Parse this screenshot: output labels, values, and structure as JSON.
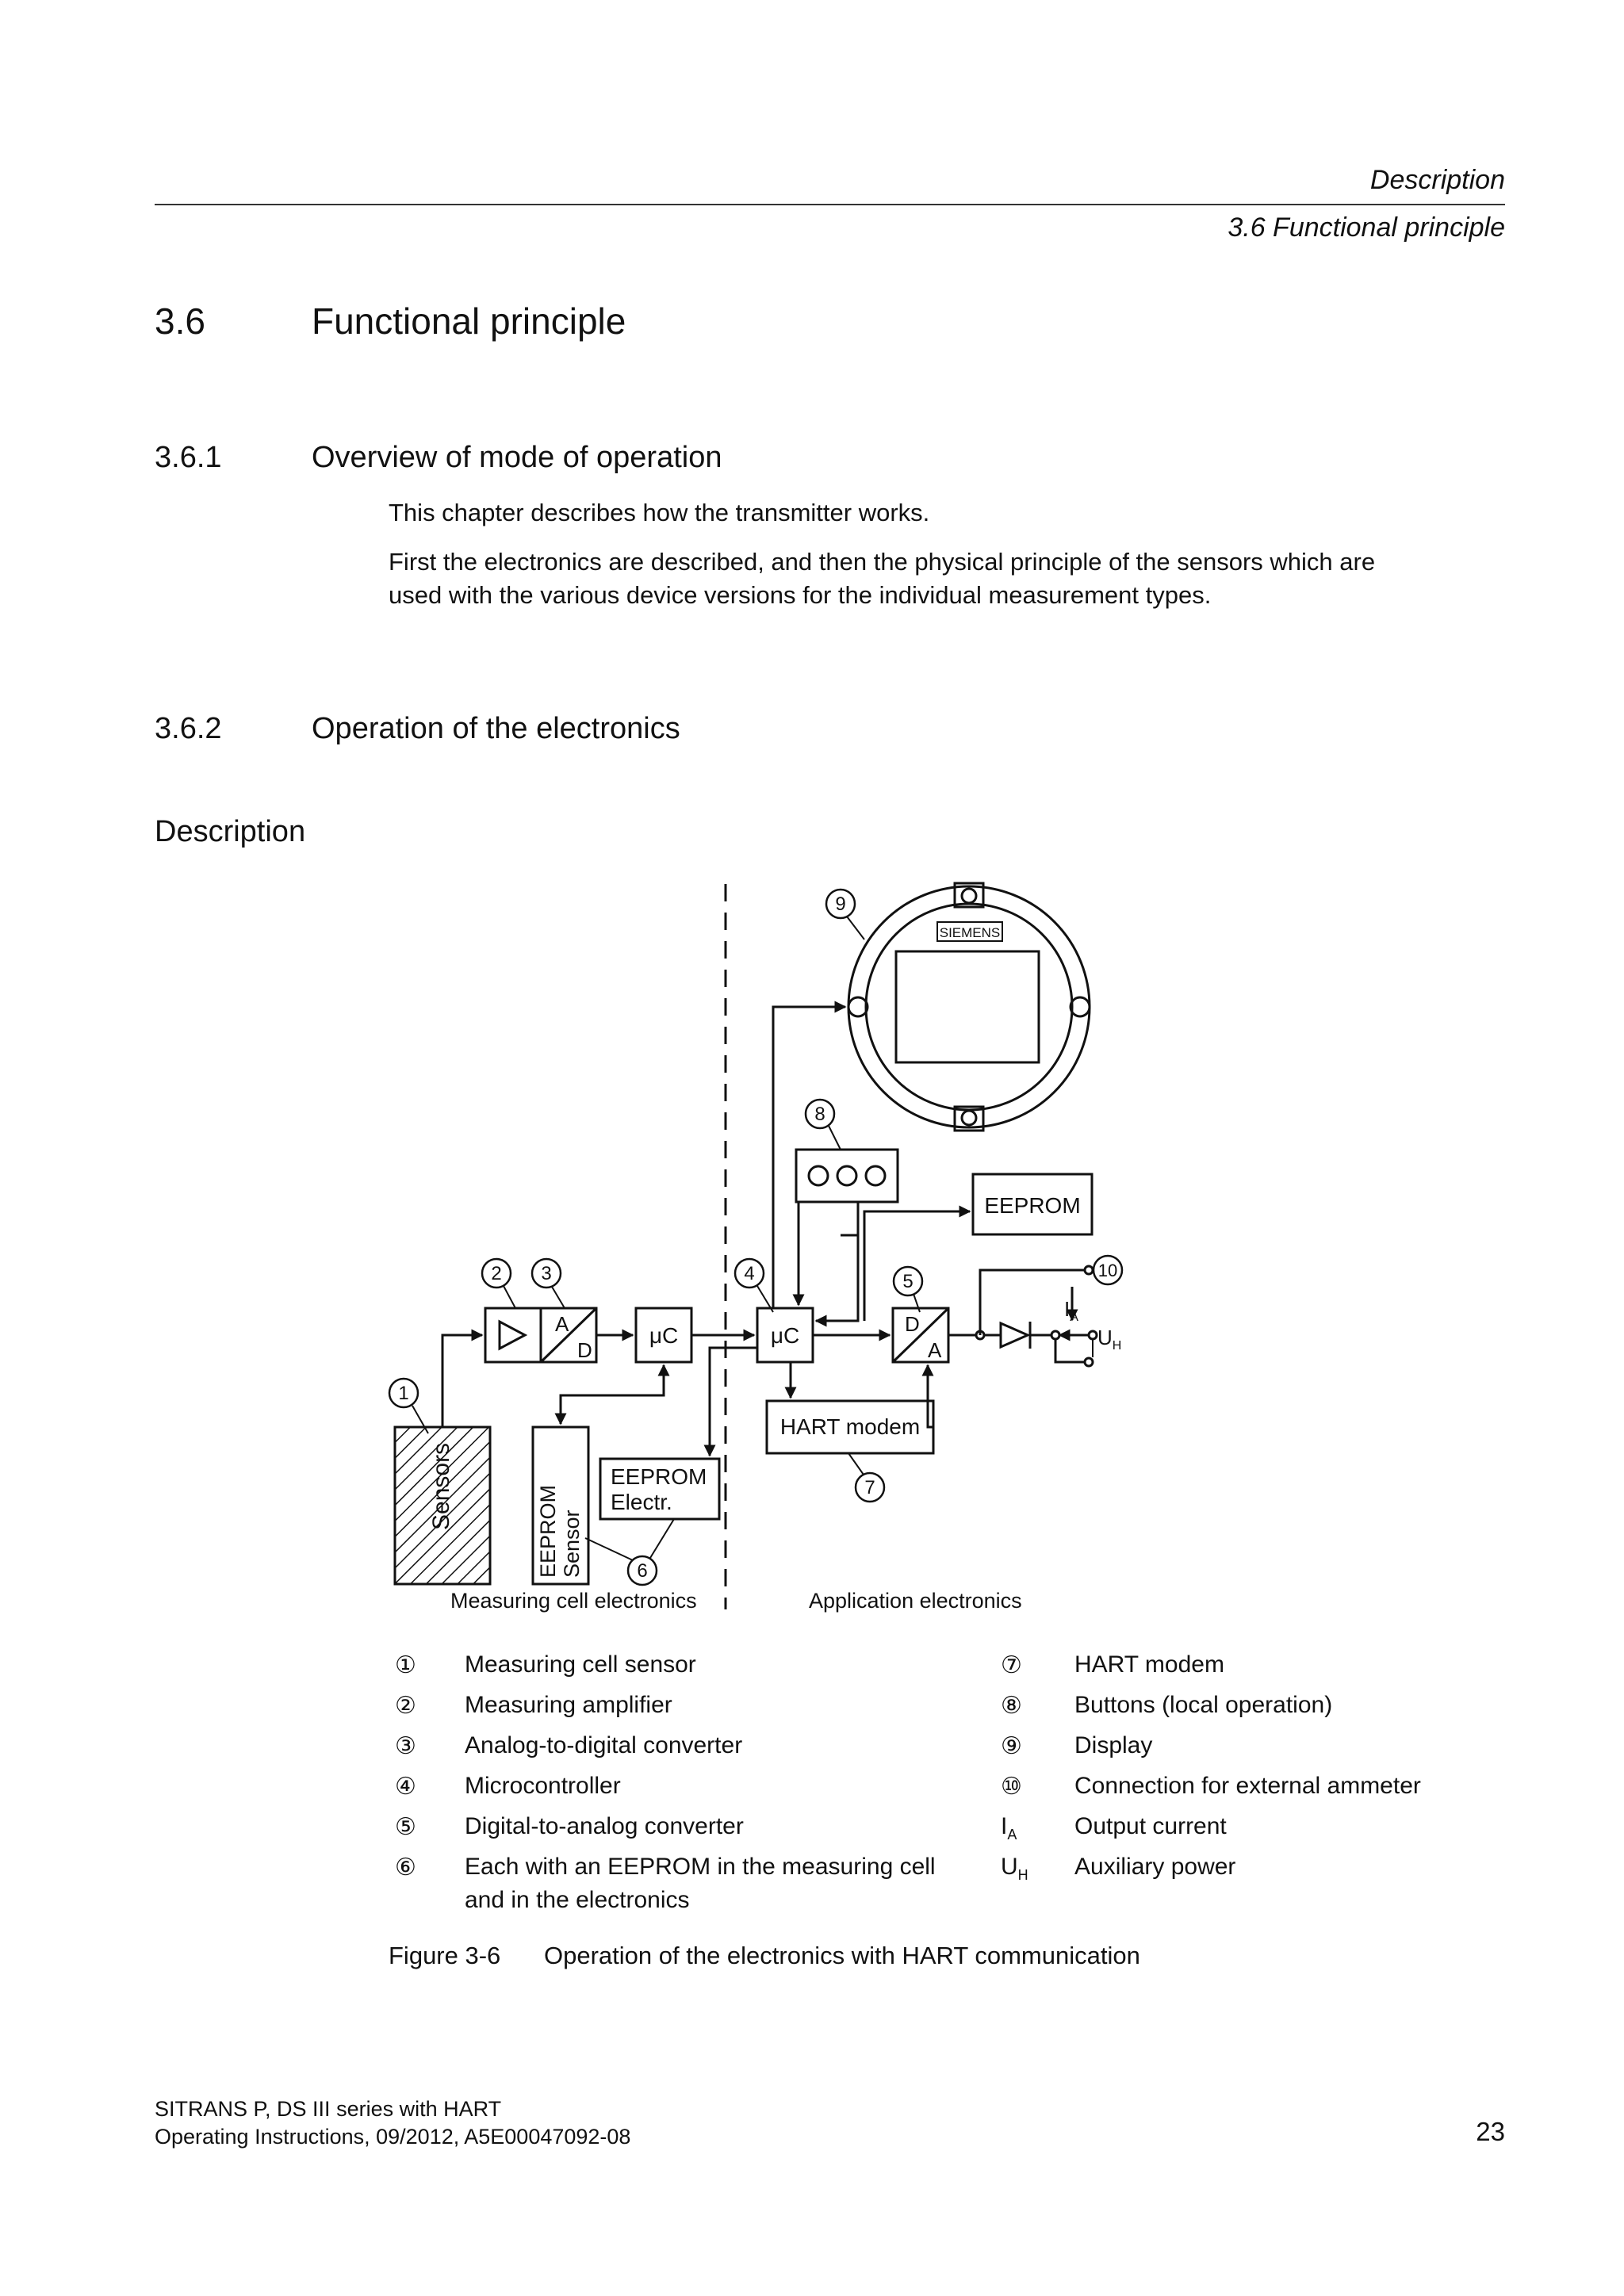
{
  "header": {
    "line1": "Description",
    "line2": "3.6 Functional principle"
  },
  "section": {
    "num": "3.6",
    "title": "Functional principle"
  },
  "sub1": {
    "num": "3.6.1",
    "title": "Overview of mode of operation",
    "p1": "This chapter describes how the transmitter works.",
    "p2a": "First the electronics are described, and then the physical principle of the sensors which are",
    "p2b": "used with the various device versions for the individual measurement types."
  },
  "sub2": {
    "num": "3.6.2",
    "title": "Operation of the electronics"
  },
  "description_heading": "Description",
  "diagram": {
    "siemens": "SIEMENS",
    "eeprom": "EEPROM",
    "uc": "μC",
    "a": "A",
    "d": "D",
    "hart_modem": "HART modem",
    "eeprom_electr_1": "EEPROM",
    "eeprom_electr_2": "Electr.",
    "sensors": "Sensors",
    "eeprom_sensor_1": "EEPROM",
    "eeprom_sensor_2": "Sensor",
    "ia_main": "I",
    "ia_sub": "A",
    "uh_main": "U",
    "uh_sub": "H",
    "callouts": [
      "1",
      "2",
      "3",
      "4",
      "5",
      "6",
      "7",
      "8",
      "9",
      "10"
    ],
    "label_measuring": "Measuring cell electronics",
    "label_application": "Application electronics"
  },
  "legend": {
    "left": [
      {
        "sym": "①",
        "text": "Measuring cell sensor"
      },
      {
        "sym": "②",
        "text": "Measuring amplifier"
      },
      {
        "sym": "③",
        "text": "Analog-to-digital converter"
      },
      {
        "sym": "④",
        "text": "Microcontroller"
      },
      {
        "sym": "⑤",
        "text": "Digital-to-analog converter"
      },
      {
        "sym": "⑥",
        "text": "Each with an EEPROM in the measuring cell",
        "text2": "and in the electronics"
      }
    ],
    "right": [
      {
        "sym": "⑦",
        "text": "HART modem"
      },
      {
        "sym": "⑧",
        "text": "Buttons (local operation)"
      },
      {
        "sym": "⑨",
        "text": "Display"
      },
      {
        "sym": "⑩",
        "text": "Connection for external ammeter"
      },
      {
        "sym_main": "I",
        "sym_sub": "A",
        "text": "Output current"
      },
      {
        "sym_main": "U",
        "sym_sub": "H",
        "text": "Auxiliary power"
      }
    ]
  },
  "caption": {
    "label": "Figure 3-6",
    "text": "Operation of the electronics with HART communication"
  },
  "footer": {
    "line1": "SITRANS P, DS III series with HART",
    "line2": "Operating Instructions, 09/2012, A5E00047092-08",
    "page": "23"
  }
}
